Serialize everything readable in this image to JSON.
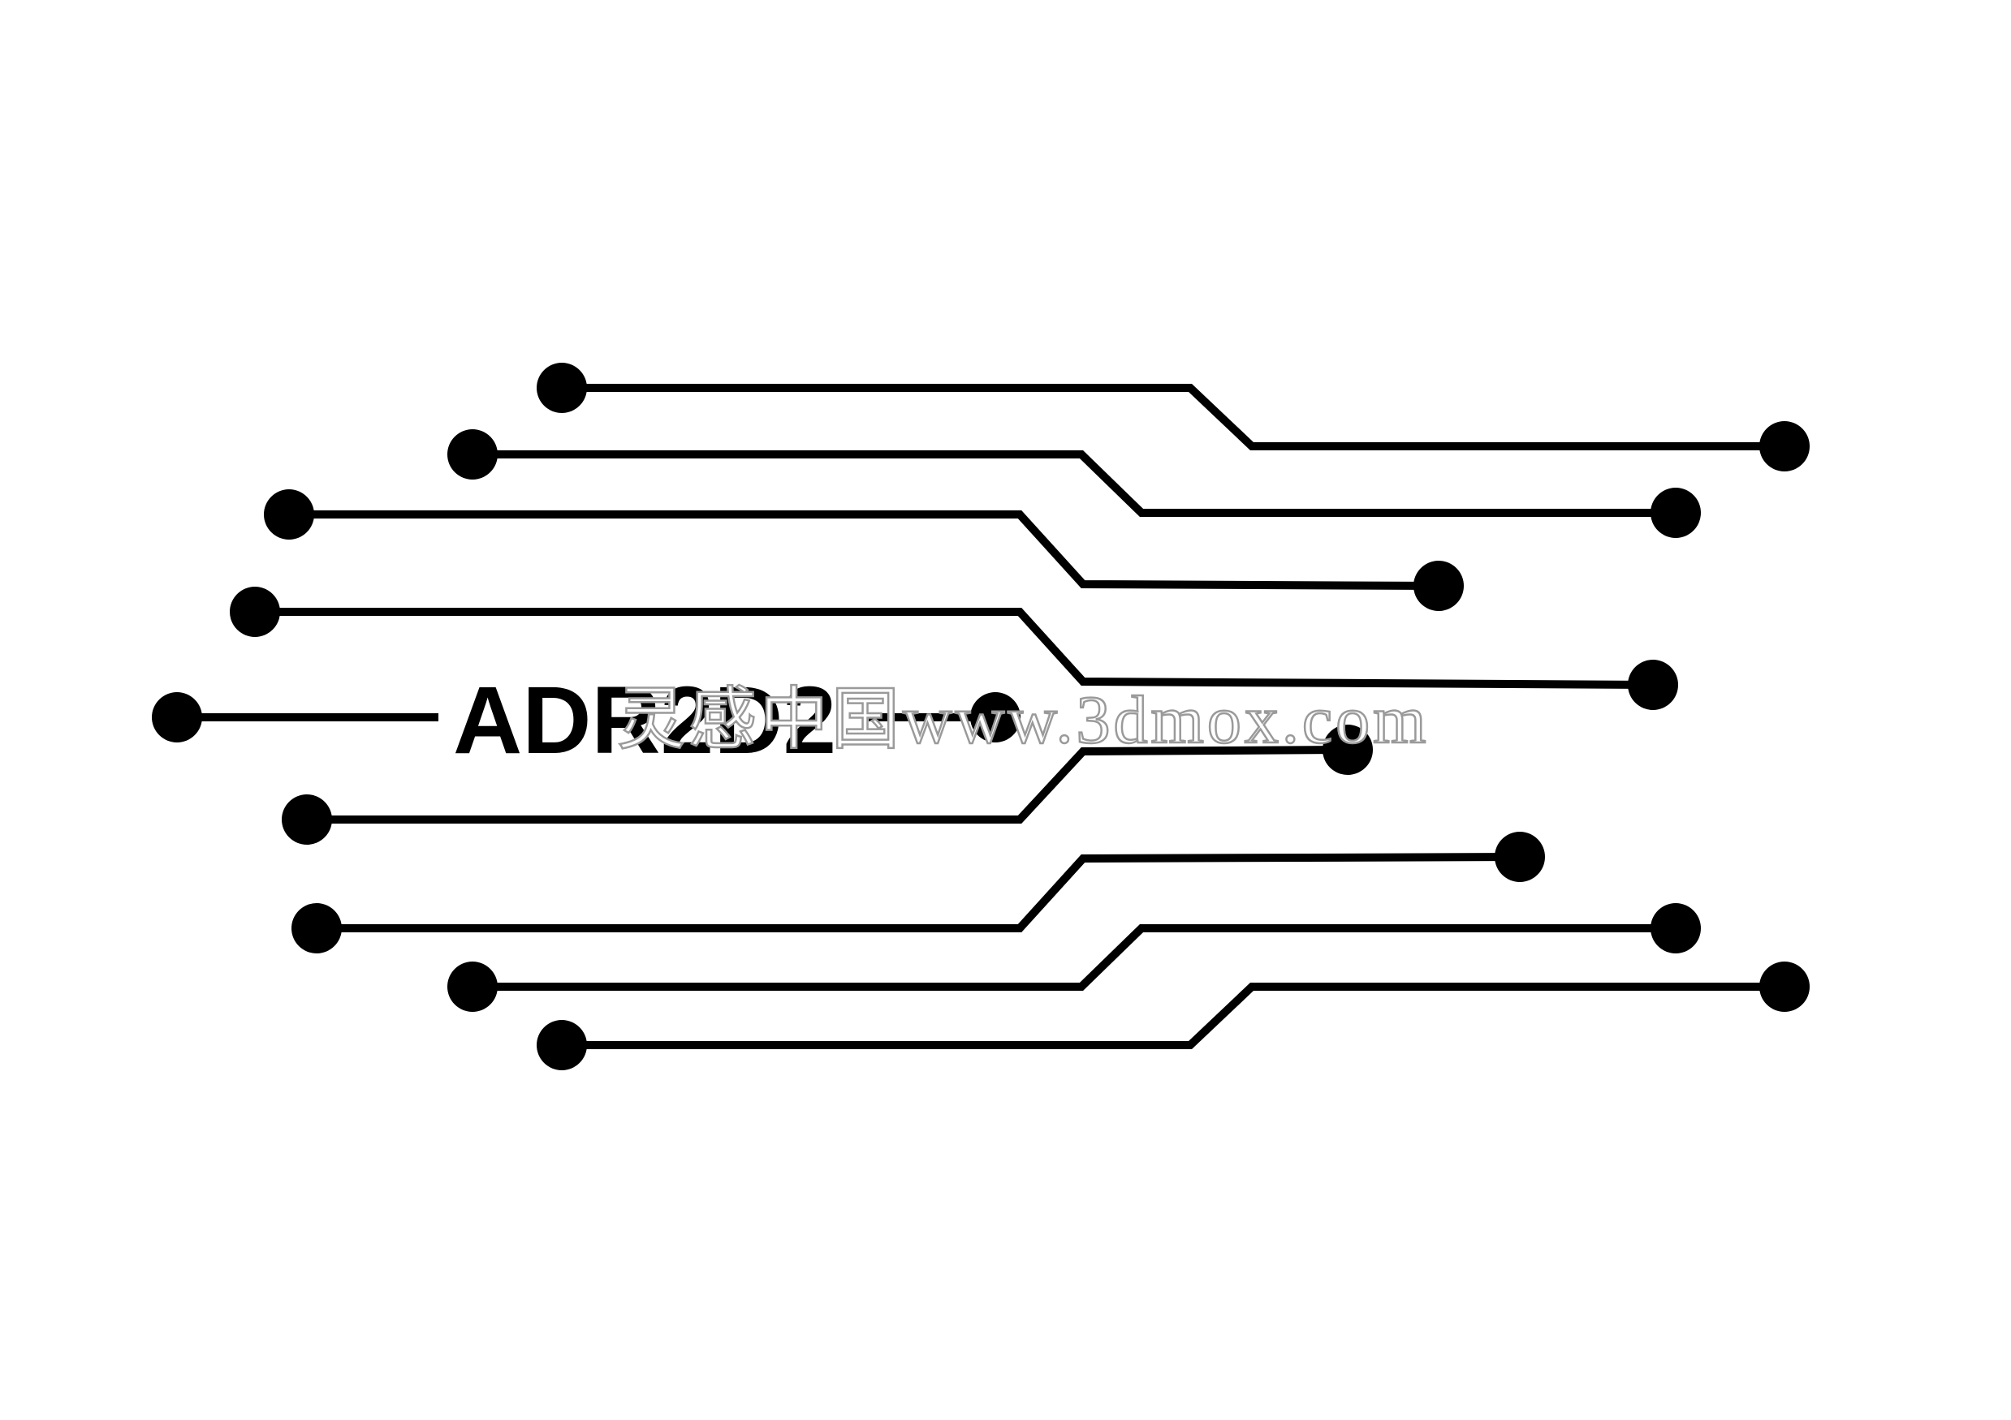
{
  "colors": {
    "background": "#ffffff",
    "ink": "#000000"
  },
  "diagram": {
    "label": "ADR2D2",
    "watermark": "灵感中国www.3dmox.com",
    "traces": [
      {
        "name": "trace-1",
        "kind": "upper"
      },
      {
        "name": "trace-2",
        "kind": "upper"
      },
      {
        "name": "trace-3",
        "kind": "upper"
      },
      {
        "name": "trace-4",
        "kind": "upper"
      },
      {
        "name": "trace-center",
        "kind": "center"
      },
      {
        "name": "trace-6",
        "kind": "lower"
      },
      {
        "name": "trace-7",
        "kind": "lower"
      },
      {
        "name": "trace-8",
        "kind": "lower"
      },
      {
        "name": "trace-9",
        "kind": "lower"
      }
    ]
  }
}
